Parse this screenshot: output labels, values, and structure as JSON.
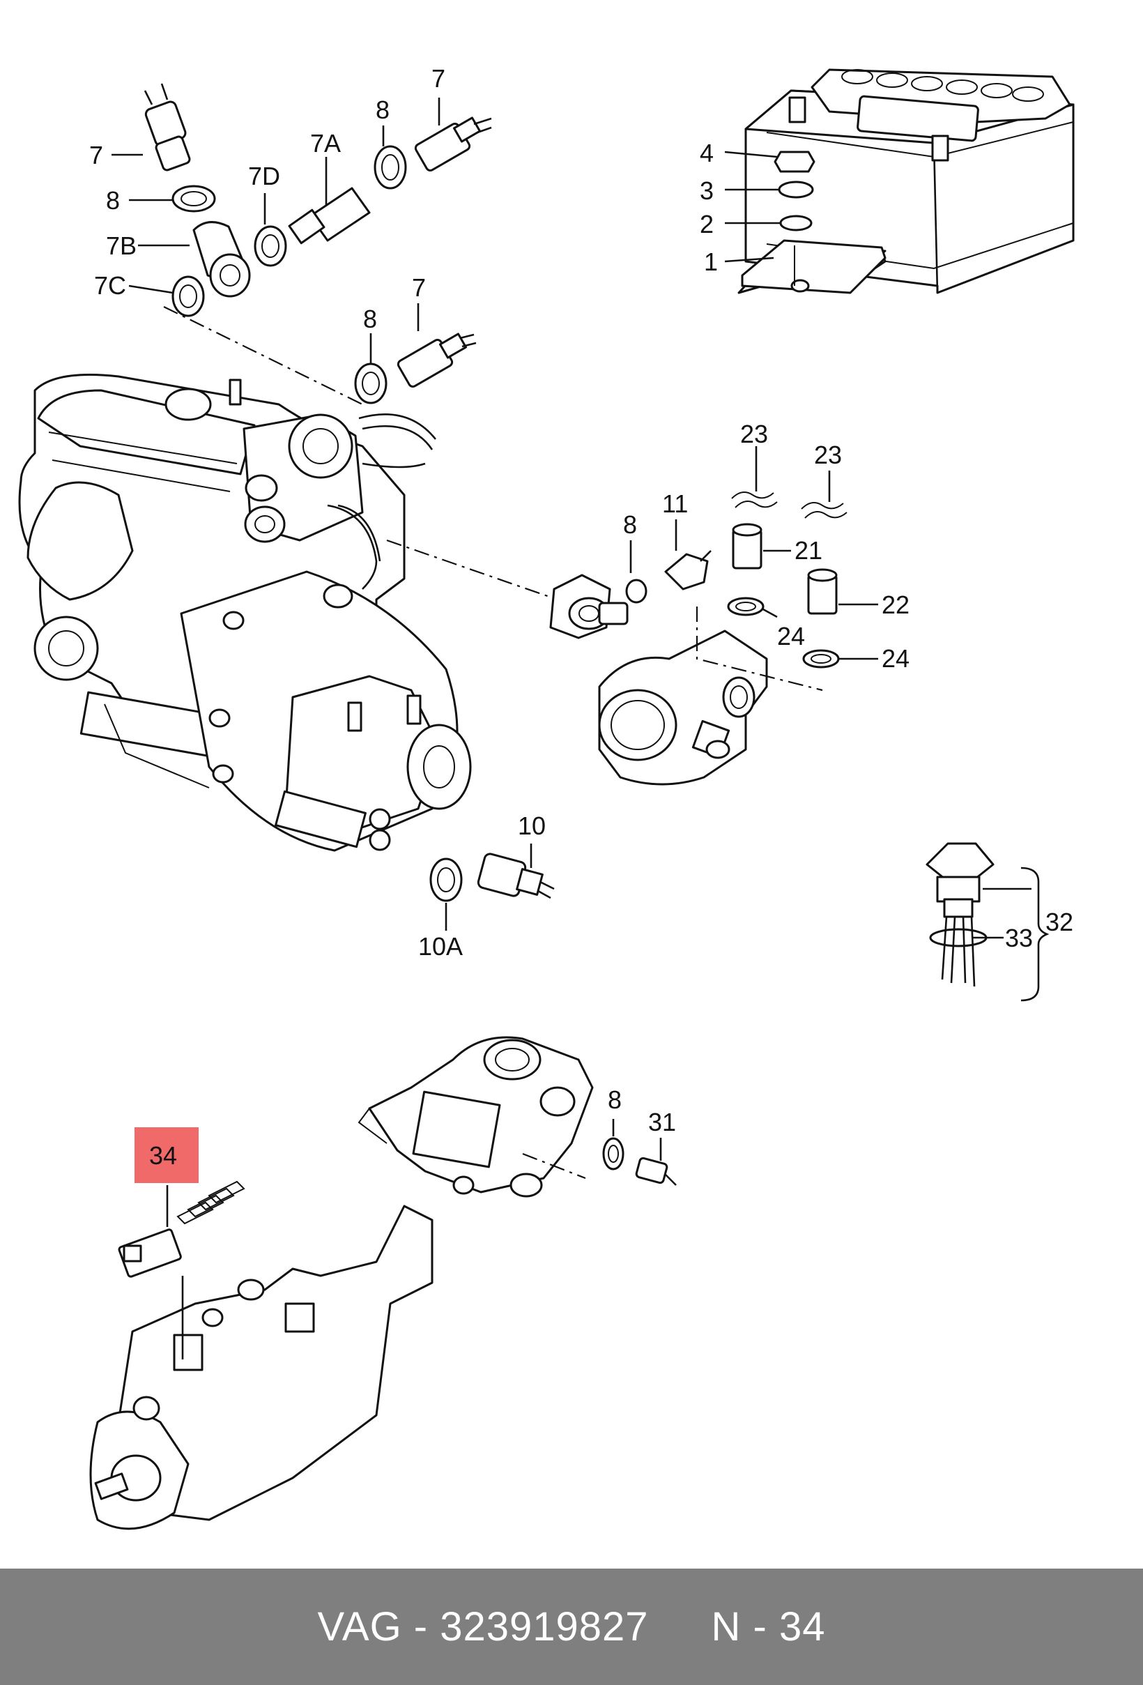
{
  "labels": {
    "battery_nut": "4",
    "battery_lock_washer": "3",
    "battery_washer": "2",
    "battery_clamp": "1",
    "sender_7_a": "7",
    "sender_7_b": "7",
    "sender_7_c": "7",
    "seal_8_a": "8",
    "seal_8_b": "8",
    "seal_8_c": "8",
    "seal_8_d": "8",
    "seal_8_e": "8",
    "part_7a": "7A",
    "part_7b": "7B",
    "part_7c": "7C",
    "part_7d": "7D",
    "clip_23_a": "23",
    "clip_23_b": "23",
    "switch_11": "11",
    "sender_21": "21",
    "sender_22": "22",
    "ring_24_a": "24",
    "ring_24_b": "24",
    "switch_10": "10",
    "seal_10a": "10A",
    "switch_32": "32",
    "seal_33": "33",
    "switch_31": "31",
    "switch_34": "34"
  },
  "highlight": {
    "part": "34",
    "color": "#f06a6a"
  },
  "footer": {
    "brand": "VAG - ",
    "part_number": "323919827",
    "ref": "N - 34",
    "bg_color": "#7f7f7f"
  }
}
